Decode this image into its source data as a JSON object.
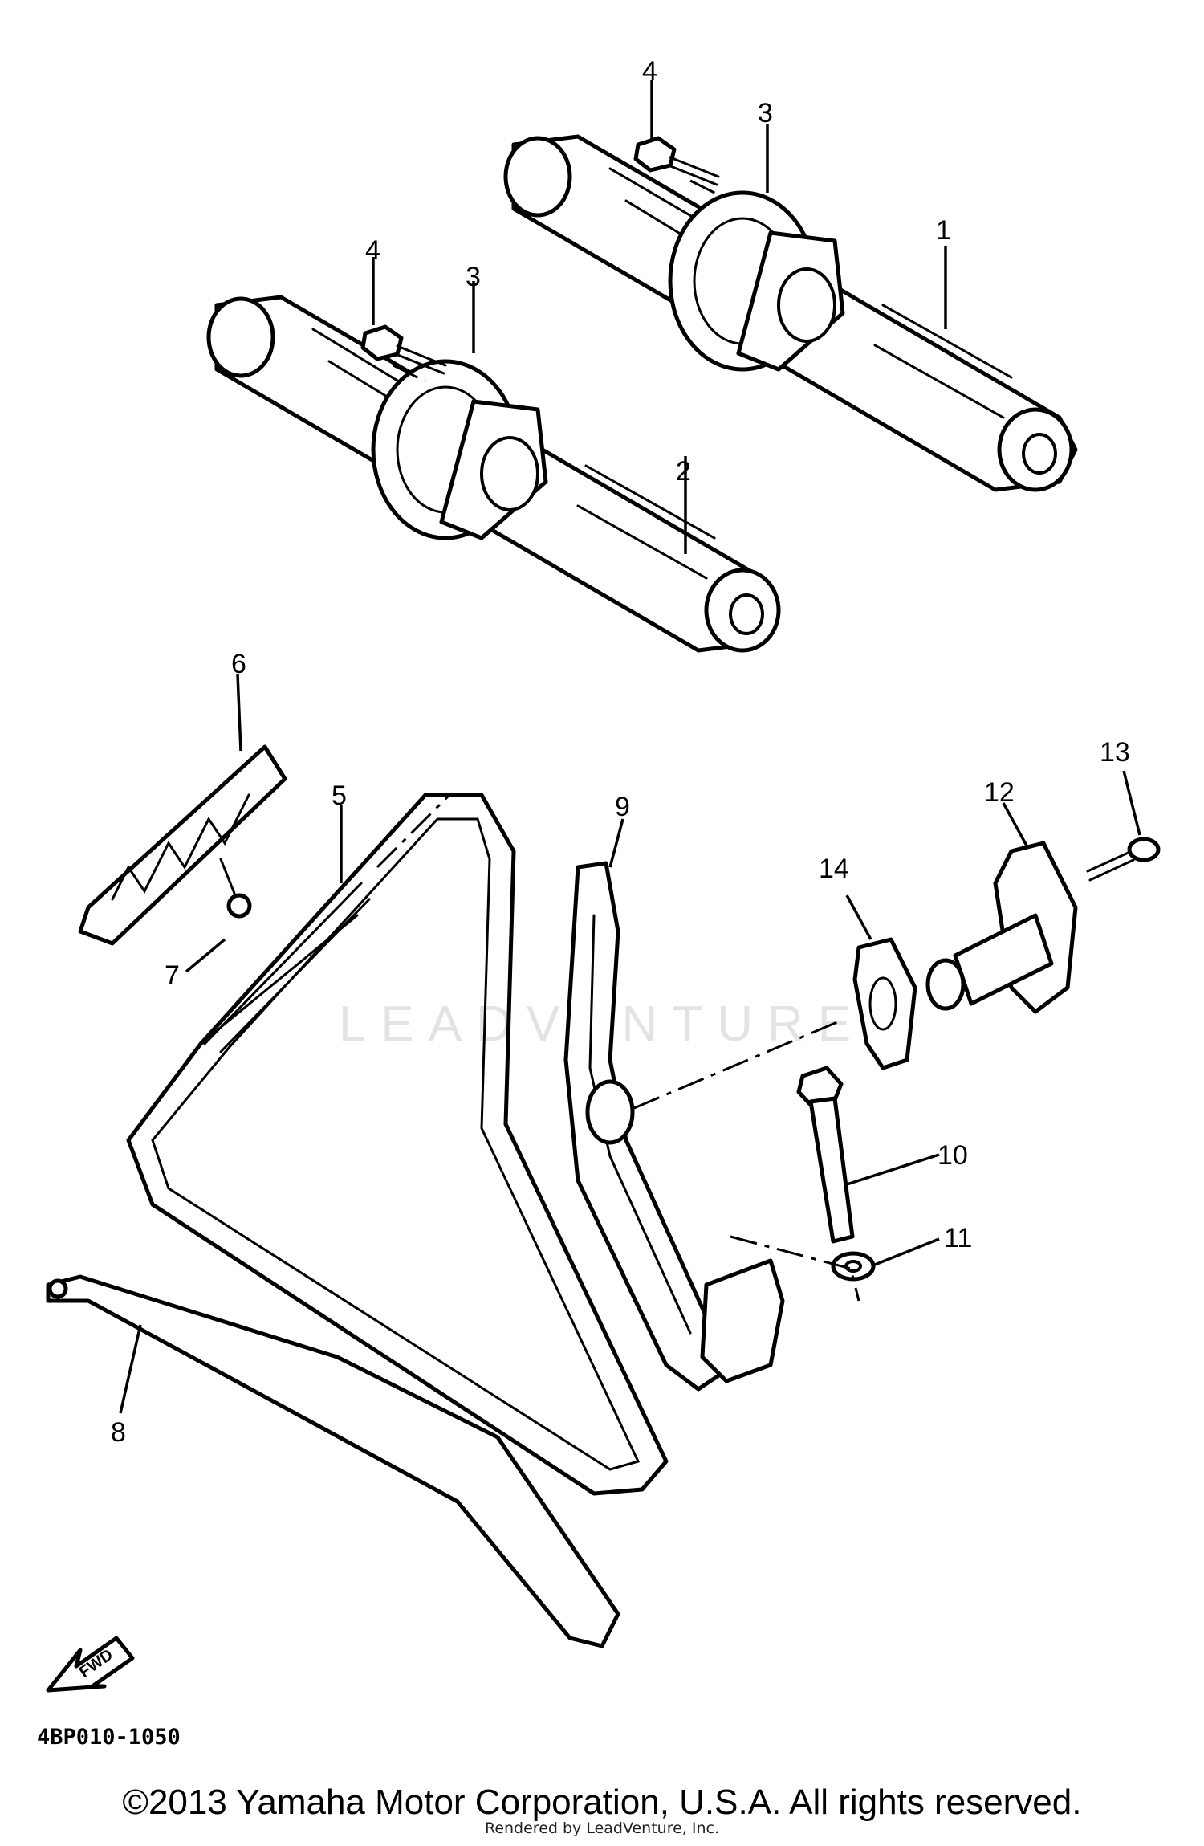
{
  "diagram": {
    "callouts": {
      "c1": "1",
      "c2": "2",
      "c3a": "3",
      "c3b": "3",
      "c4a": "4",
      "c4b": "4",
      "c5": "5",
      "c6": "6",
      "c7": "7",
      "c8": "8",
      "c9": "9",
      "c10": "10",
      "c11": "11",
      "c12": "12",
      "c13": "13",
      "c14": "14"
    },
    "fwd_label": "FWD",
    "diagram_code": "4BP010-1050",
    "watermark": "LEADVENTURE"
  },
  "footer": {
    "copyright": "©2013 Yamaha Motor Corporation, U.S.A. All rights reserved.",
    "rendered_by": "Rendered by LeadVenture, Inc."
  },
  "colors": {
    "ink": "#000000",
    "paper": "#ffffff",
    "watermark": "#e3e3e3"
  }
}
